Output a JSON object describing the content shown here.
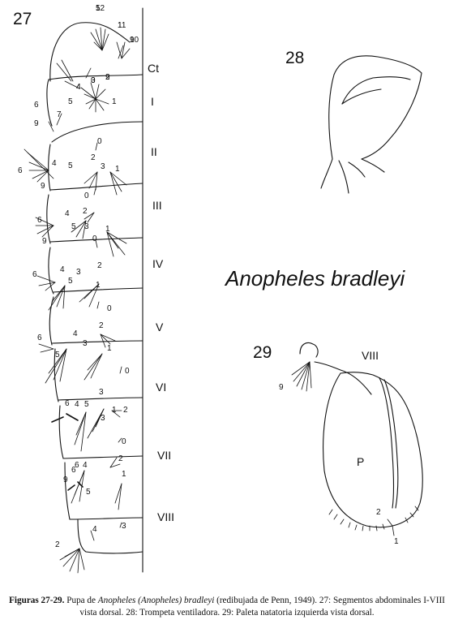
{
  "figure": {
    "fig27": {
      "number": "27",
      "segments": [
        "Ct",
        "I",
        "II",
        "III",
        "IV",
        "V",
        "VI",
        "VII",
        "VIII"
      ],
      "setae": [
        "12",
        "11",
        "10",
        "4",
        "3",
        "2",
        "5",
        "1",
        "6",
        "7",
        "9",
        "0",
        "4",
        "5",
        "2",
        "3",
        "1",
        "6",
        "9",
        "0",
        "2",
        "4",
        "5",
        "3",
        "1",
        "6",
        "9",
        "0",
        "2",
        "4",
        "3",
        "6",
        "5",
        "1",
        "0",
        "4",
        "3",
        "2",
        "6",
        "5",
        "1",
        "0",
        "3",
        "1",
        "6",
        "4",
        "5",
        "2",
        "3",
        "6",
        "4",
        "5",
        "9",
        "1",
        "2",
        "0",
        "6",
        "4",
        "3",
        "2",
        "5",
        "1",
        "9",
        "4",
        "0",
        "9"
      ]
    },
    "fig28": {
      "number": "28"
    },
    "species": "Anopheles bradleyi",
    "fig29": {
      "number": "29",
      "segment": "VIII",
      "setae": [
        "9",
        "2",
        "1"
      ],
      "paddle_label": "P"
    }
  },
  "caption": {
    "prefix": "Figuras 27-29.",
    "text1": " Pupa de ",
    "taxon": "Anopheles (Anopheles) bradleyi",
    "text2": " (redibujada de Penn, 1949). 27: Segmentos abdominales I-VIII vista dorsal. 28: Trompeta ventiladora. 29: Paleta natatoria izquierda vista dorsal."
  }
}
